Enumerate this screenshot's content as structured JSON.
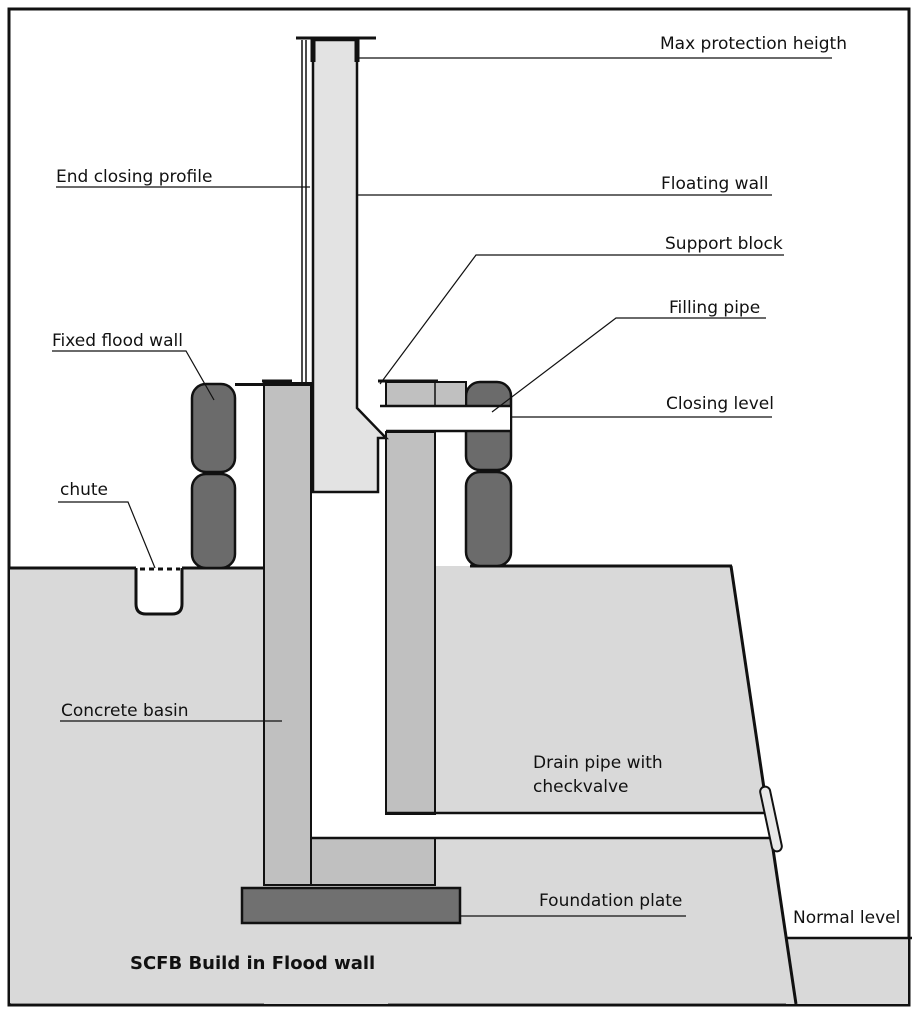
{
  "title": "SCFB Build in Flood wall",
  "labels": {
    "max_protection": "Max protection heigth",
    "end_closing_profile": "End closing profile",
    "floating_wall": "Floating wall",
    "support_block": "Support block",
    "filling_pipe": "Filling pipe",
    "fixed_flood_wall": "Fixed flood wall",
    "closing_level": "Closing level",
    "chute": "chute",
    "concrete_basin": "Concrete basin",
    "drain_pipe_line1": "Drain pipe with",
    "drain_pipe_line2": "checkvalve",
    "foundation_plate": "Foundation plate",
    "normal_level": "Normal level"
  },
  "colors": {
    "ground": "#d9d9d9",
    "wall": "#c0c0c0",
    "floating_wall": "#e3e3e3",
    "bags": "#6b6b6b",
    "foundation": "#707070",
    "line": "#111111"
  }
}
